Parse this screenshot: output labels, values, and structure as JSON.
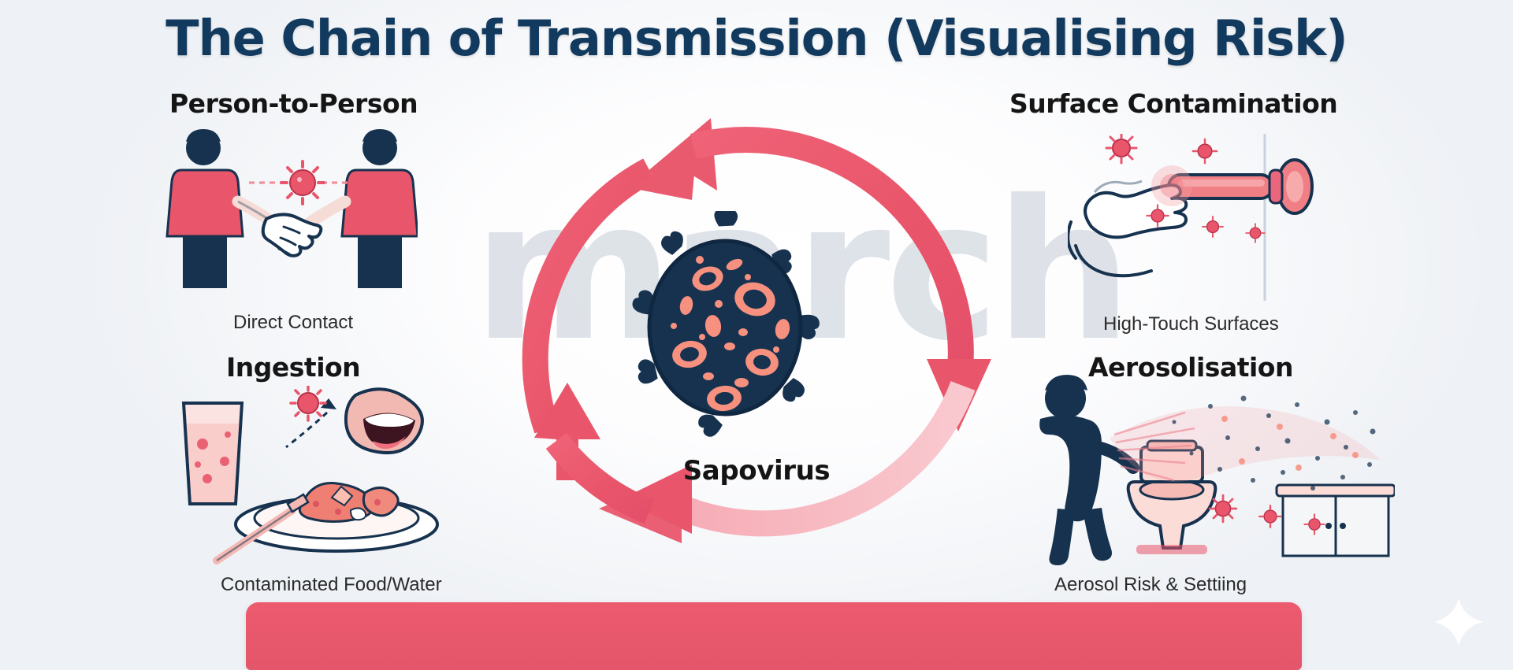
{
  "page": {
    "title": "The Chain of Transmission (Visualising Risk)",
    "watermark_text": "march",
    "background_color": "#f4f6f9",
    "title_color": "#123a5e",
    "accent_color": "#e9566b",
    "virus_body_color": "#17324f",
    "virus_spike_color": "#f6907f"
  },
  "center": {
    "label": "Sapovirus"
  },
  "sections": [
    {
      "id": "person-to-person",
      "heading": "Person-to-Person",
      "caption": "Direct Contact"
    },
    {
      "id": "ingestion",
      "heading": "Ingestion",
      "caption": "Contaminated Food/Water"
    },
    {
      "id": "surface-contamination",
      "heading": "Surface Contamination",
      "caption": "High-Touch Surfaces"
    },
    {
      "id": "aerosolisation",
      "heading": "Aerosolisation",
      "caption": "Aerosol Risk & Settiing"
    }
  ],
  "banner": {
    "label": "",
    "color": "#e9566b"
  }
}
